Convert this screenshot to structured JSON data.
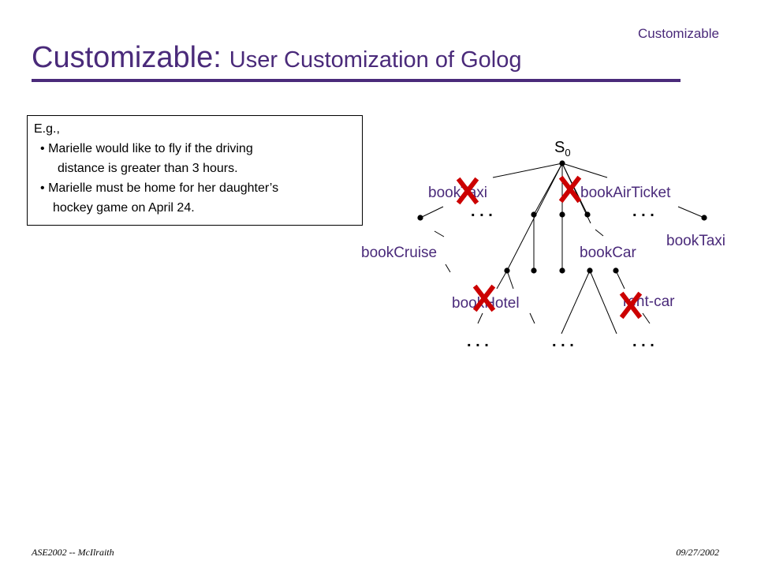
{
  "header": {
    "corner_label": "Customizable",
    "title_main": "Customizable:",
    "title_sub": "User Customization of Golog"
  },
  "example": {
    "heading": "E.g.,",
    "bullet_char": "•",
    "bullet1_line1": "Marielle would like to fly if the driving",
    "bullet1_line2": "distance is greater than 3 hours.",
    "bullet2_line1": "Marielle must be home for her daughter’s",
    "bullet2_line2": "hockey game on April 24."
  },
  "tree": {
    "root": "S",
    "root_sub": "0",
    "ellipsis": ". . .",
    "labels": {
      "book_taxi_1": "bookTaxi",
      "book_air_ticket": "bookAirTicket",
      "book_taxi_2": "bookTaxi",
      "book_cruise": "bookCruise",
      "book_car": "bookCar",
      "book_hotel": "bookHotel",
      "rent_car": "rent-car"
    },
    "colors": {
      "label": "#4a2a7a",
      "cross": "#cc0000",
      "edge": "#000000"
    }
  },
  "footer": {
    "left": "ASE2002 -- McIlraith",
    "right": "09/27/2002"
  }
}
